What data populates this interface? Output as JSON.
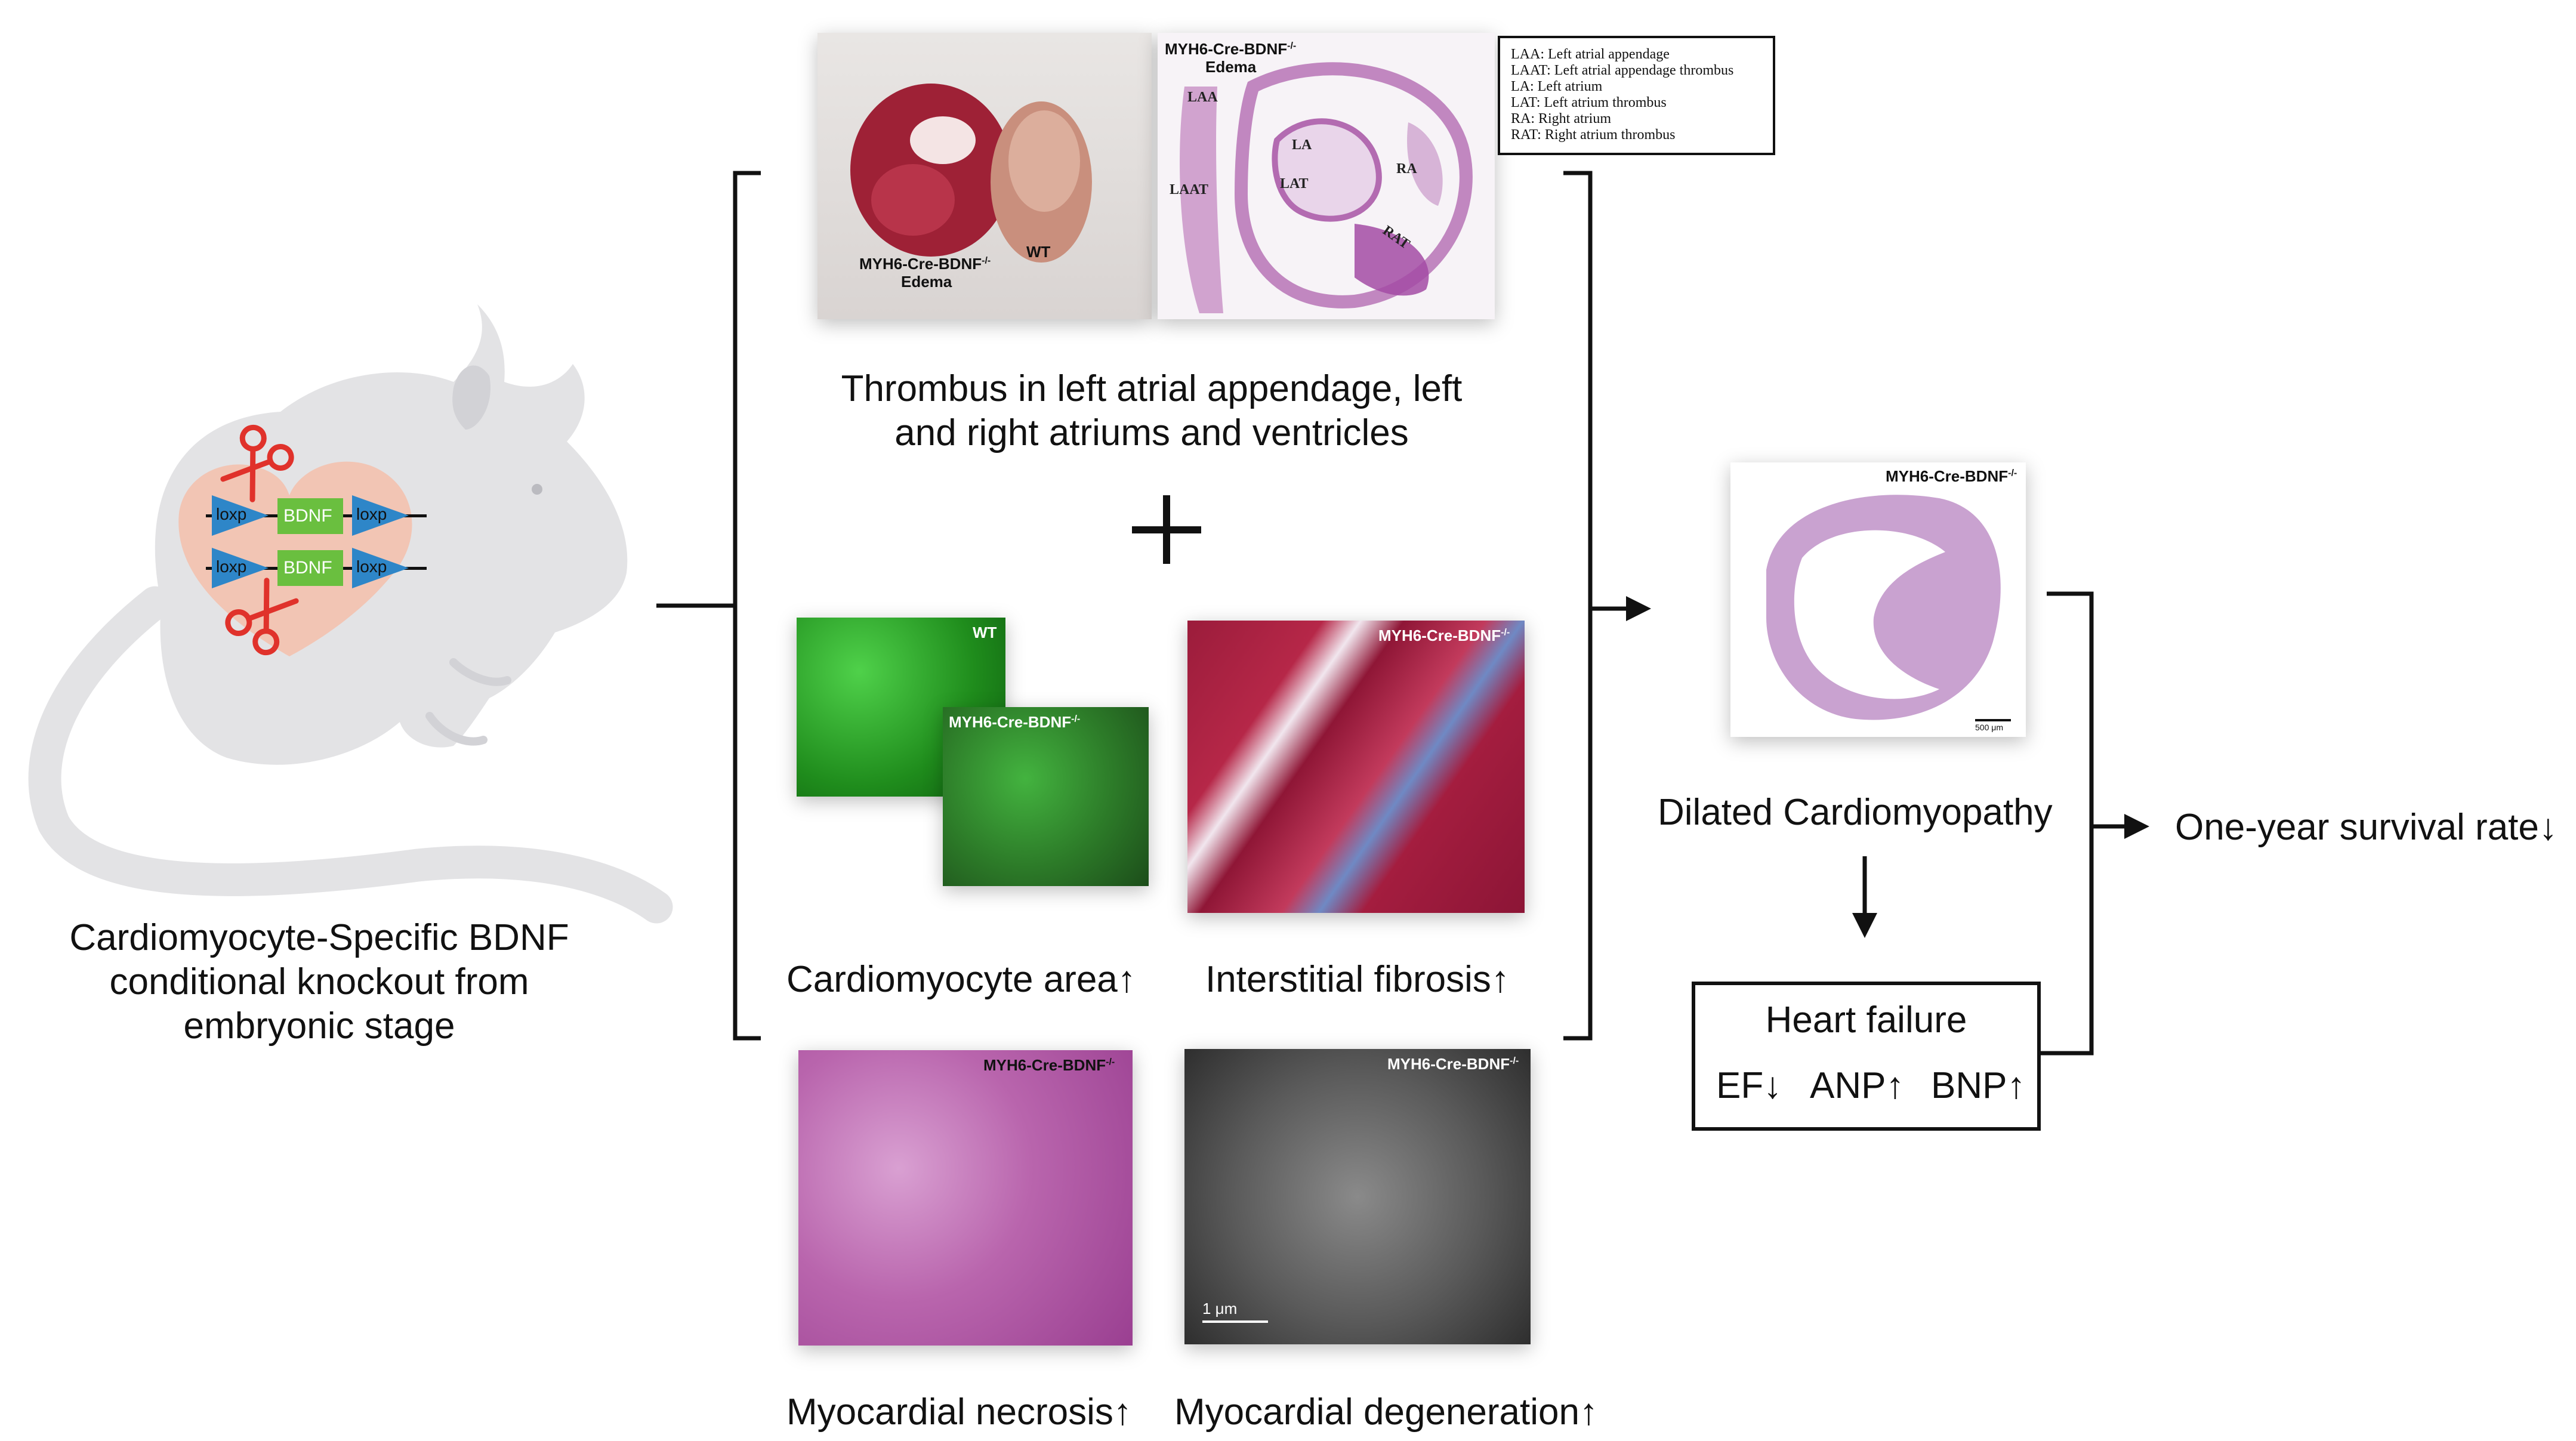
{
  "mouse": {
    "caption_lines": [
      "Cardiomyocyte-Specific BDNF",
      "conditional knockout from",
      "embryonic stage"
    ],
    "construct_top": {
      "loxp_left": "loxp",
      "gene": "BDNF",
      "loxp_right": "loxp"
    },
    "construct_bottom": {
      "loxp_left": "loxp",
      "gene": "BDNF",
      "loxp_right": "loxp"
    }
  },
  "thrombus": {
    "photo_label_ko": [
      "MYH6-Cre-BDNF",
      "-/-",
      "Edema"
    ],
    "photo_label_wt": "WT",
    "histo_label": [
      "MYH6-Cre-BDNF",
      "-/-",
      "Edema"
    ],
    "histo_regions": [
      "LAA",
      "LAAT",
      "LA",
      "LAT",
      "RA",
      "RAT"
    ],
    "legend": [
      "LAA: Left atrial appendage",
      "LAAT: Left atrial appendage thrombus",
      "LA: Left atrium",
      "LAT: Left atrium thrombus",
      "RA: Right atrium",
      "RAT: Right atrium thrombus"
    ],
    "caption_lines": [
      "Thrombus in left atrial appendage, left",
      "and right atriums and ventricles"
    ]
  },
  "plus_sign": "+",
  "panels": {
    "area": {
      "label_wt": "WT",
      "label_ko": "MYH6-Cre-BDNF",
      "ko_sup": "-/-",
      "caption": "Cardiomyocyte area↑"
    },
    "fibrosis": {
      "label": "MYH6-Cre-BDNF",
      "sup": "-/-",
      "caption": "Interstitial fibrosis↑"
    },
    "necrosis": {
      "label": "MYH6-Cre-BDNF",
      "sup": "-/-",
      "caption": "Myocardial necrosis↑"
    },
    "degeneration": {
      "label": "MYH6-Cre-BDNF",
      "sup": "-/-",
      "scale": "1 μm",
      "caption": "Myocardial degeneration↑"
    }
  },
  "dcm": {
    "label": "MYH6-Cre-BDNF",
    "sup": "-/-",
    "scale": "500 μm",
    "caption": "Dilated Cardiomyopathy"
  },
  "heart_failure": {
    "title": "Heart failure",
    "ef": "EF↓",
    "anp": "ANP↑",
    "bnp": "BNP↑"
  },
  "outcome": "One-year survival rate↓",
  "colors": {
    "loxp_blue": "#2e86c8",
    "bdnf_green": "#6abf3f",
    "heart_pink": "#f2c5b4",
    "mouse_gray": "#e3e3e5",
    "scissor_red": "#e0322b",
    "he_pink": "#c77fbf",
    "fibrosis_red": "#9b1c3b",
    "fluor_green": "#2fb52a"
  }
}
